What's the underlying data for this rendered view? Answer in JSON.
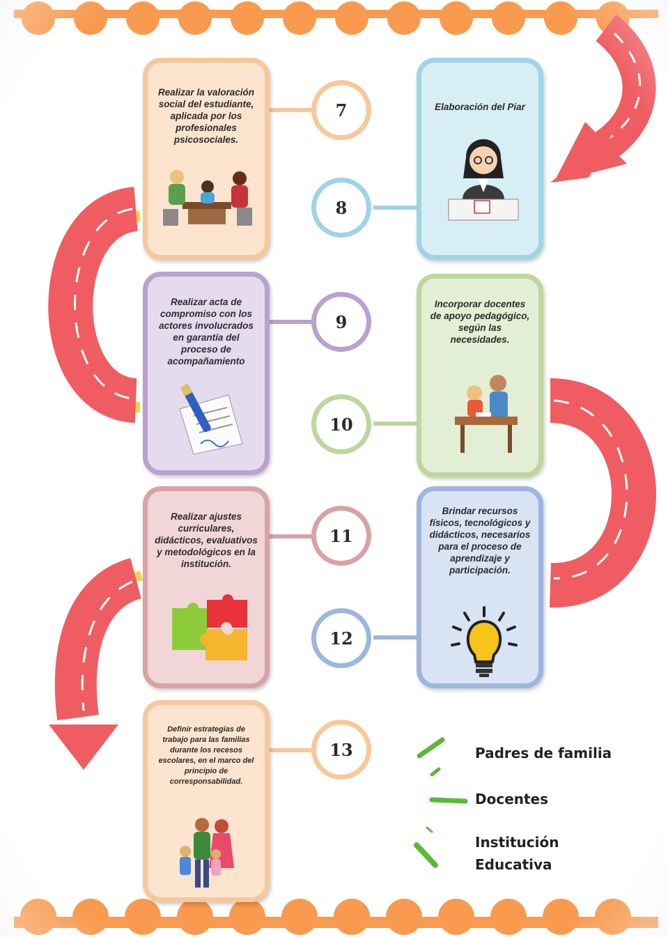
{
  "steps": [
    {
      "number": "7",
      "text": "Realizar la valoración social del estudiante, aplicada  por los profesionales psicosociales.",
      "color": "#f8c79a",
      "fill": "#fde4cf",
      "icon": "meeting-illustration"
    },
    {
      "number": "8",
      "text": "Elaboración del Piar",
      "color": "#9fd4e4",
      "fill": "#d8eef5",
      "icon": "teacher-desk-illustration"
    },
    {
      "number": "9",
      "text": "Realizar acta de compromiso con los actores involucrados en garantía del proceso de acompañamiento",
      "color": "#b9a2cf",
      "fill": "#e5dbef",
      "icon": "document-pen-illustration"
    },
    {
      "number": "10",
      "text": "Incorporar docentes de apoyo pedagógico, según las necesidades.",
      "color": "#bcd79f",
      "fill": "#e3efd4",
      "icon": "tutoring-illustration"
    },
    {
      "number": "11",
      "text": "Realizar ajustes curriculares, didácticos, evaluativos y metodológicos en la institución.",
      "color": "#d9a2a5",
      "fill": "#f2d6d7",
      "icon": "puzzle-illustration"
    },
    {
      "number": "12",
      "text": "Brindar recursos físicos, tecnológicos y didácticos, necesarios para el proceso de aprendizaje y participación.",
      "color": "#9eb6df",
      "fill": "#d8e3f4",
      "icon": "lightbulb-illustration"
    },
    {
      "number": "13",
      "text": "Definir estrategias de trabajo para las familias durante los recesos escolares, en el marco del principio de corresponsabilidad.",
      "color": "#f8c79a",
      "fill": "#fde4cf",
      "icon": "family-illustration"
    }
  ],
  "legend": [
    {
      "label": "Padres de familia"
    },
    {
      "label": "Docentes"
    },
    {
      "label": "Institución Educativa"
    }
  ],
  "colors": {
    "scallop": "#f99a4e",
    "arrow": "#ef5d62",
    "arrow_accent": "#f5d34a",
    "legend_mark": "#5cb83a"
  }
}
